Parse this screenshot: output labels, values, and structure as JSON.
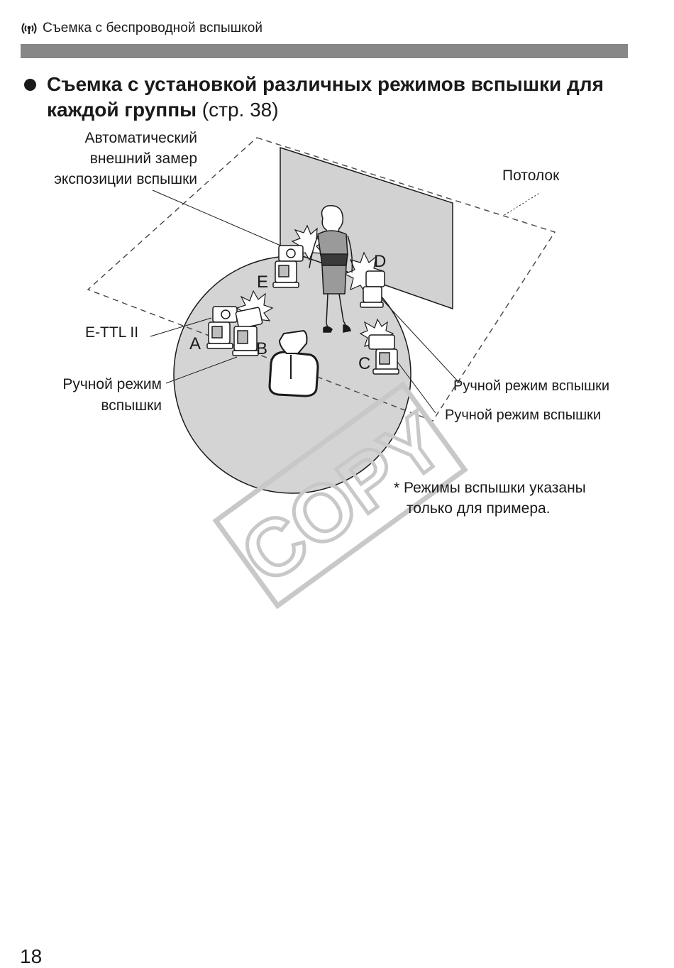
{
  "header": {
    "icon": "wireless-icon",
    "title": "Съемка с беспроводной вспышкой"
  },
  "section": {
    "heading_bold_line1": "Съемка с установкой различных режимов вспышки для",
    "heading_bold_line2": "каждой группы",
    "page_ref": "(стр. 38)"
  },
  "figure": {
    "labels": {
      "auto_external_line1": "Автоматический",
      "auto_external_line2": "внешний замер",
      "auto_external_line3": "экспозиции вспышки",
      "ceiling": "Потолок",
      "ettl": "E-TTL II",
      "manual_left_line1": "Ручной режим",
      "manual_left_line2": "вспышки",
      "manual_right_1": "Ручной режим вспышки",
      "manual_right_2": "Ручной режим вспышки"
    },
    "groups": {
      "a": "A",
      "b": "B",
      "c": "C",
      "d": "D",
      "e": "E"
    },
    "note_line1": "*  Режимы вспышки указаны",
    "note_line2": "только для примера.",
    "watermark": "COPY"
  },
  "page_number": "18",
  "colors": {
    "header_bar": "#878787",
    "floor": "#d4d4d4",
    "wall": "#d2d2d2",
    "watermark": "#c8c8c8"
  }
}
